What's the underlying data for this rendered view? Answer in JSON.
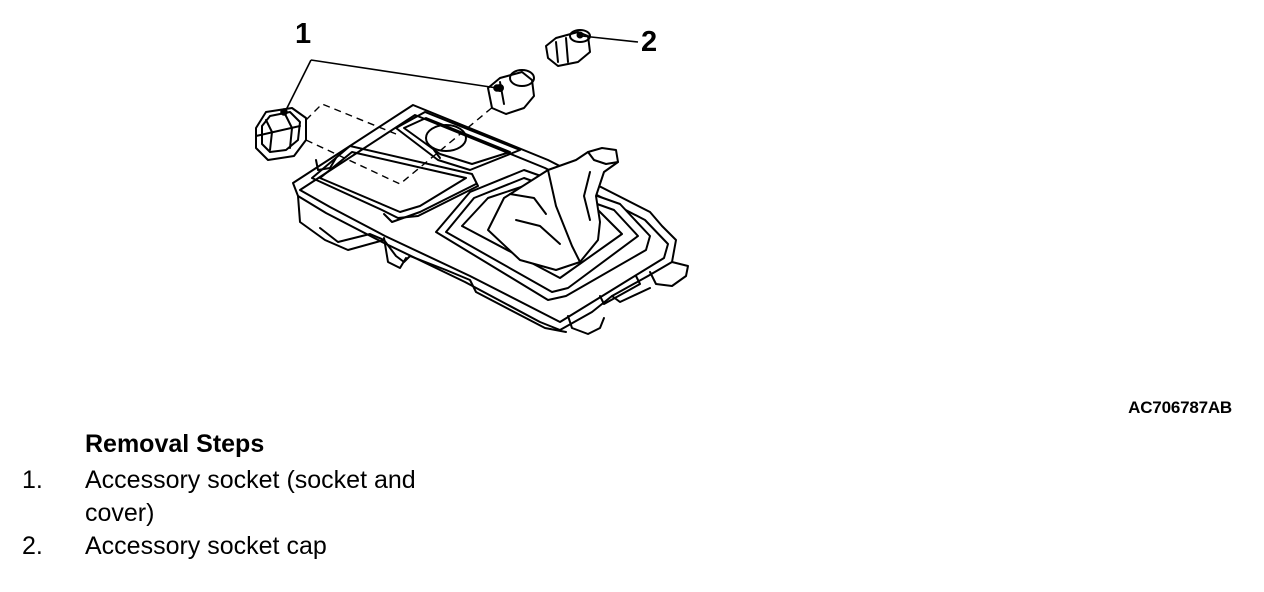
{
  "diagram": {
    "callouts": [
      {
        "number": "1"
      },
      {
        "number": "2"
      }
    ],
    "figure_code": "AC706787AB"
  },
  "removal_steps": {
    "heading": "Removal Steps",
    "items": [
      {
        "number": "1.",
        "text": "Accessory socket (socket and cover)"
      },
      {
        "number": "2.",
        "text": "Accessory socket cap"
      }
    ]
  }
}
